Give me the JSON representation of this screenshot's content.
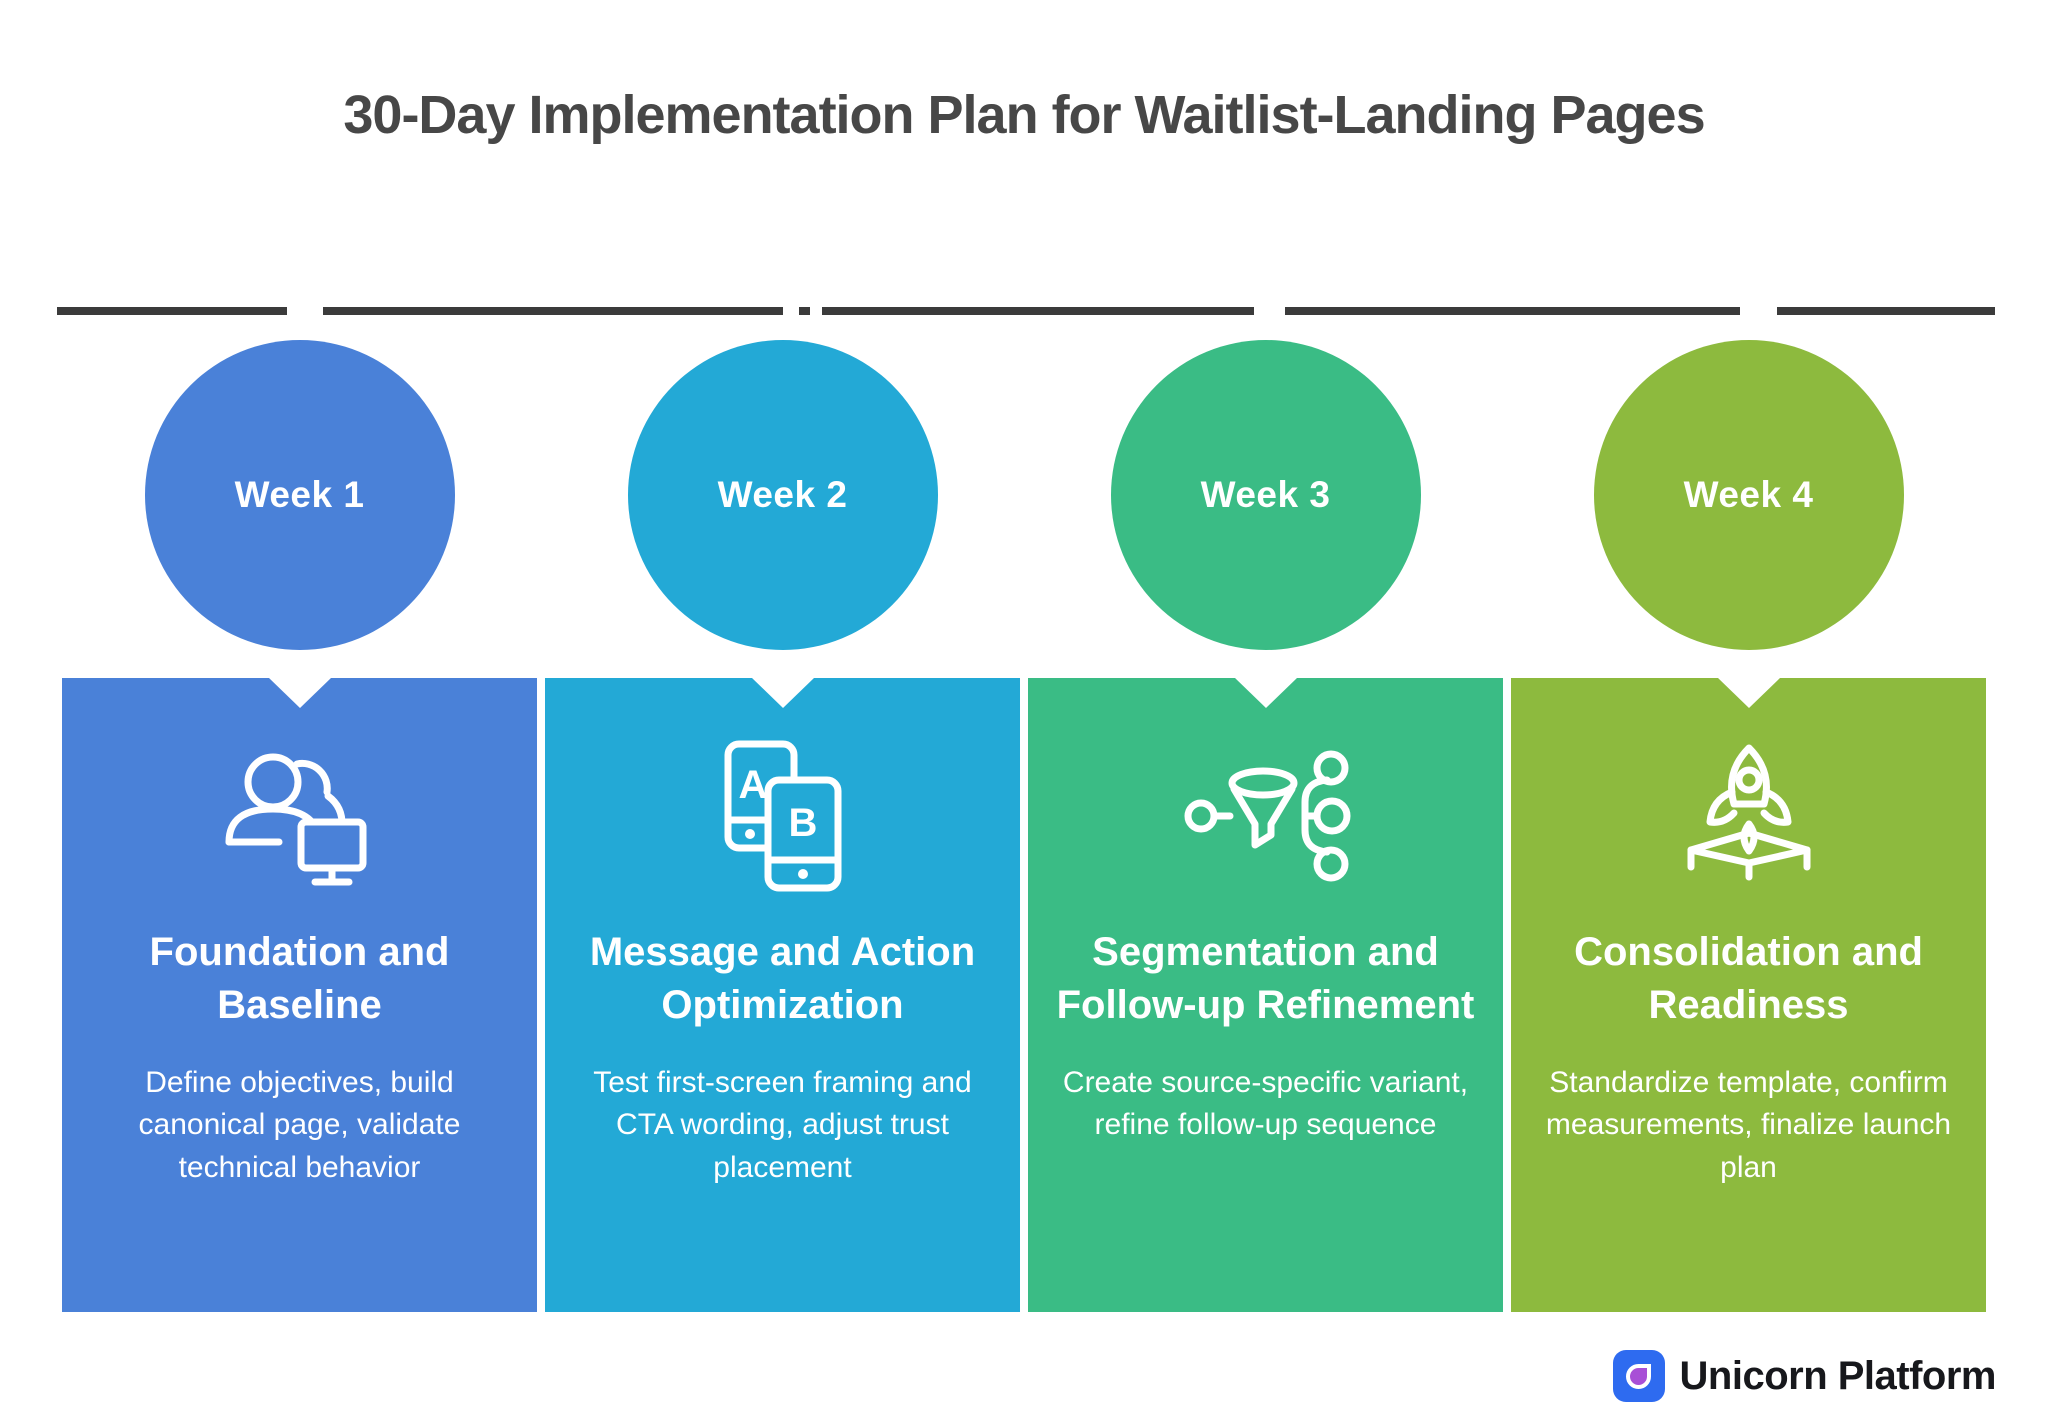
{
  "title": "30-Day Implementation Plan for Waitlist-Landing Pages",
  "colors": {
    "title": "#474747",
    "timeline": "#3b3b3b",
    "card_text": "#ffffff"
  },
  "weeks": [
    {
      "label": "Week 1",
      "title": "Foundation and Baseline",
      "description": "Define objectives, build canonical page, validate technical behavior",
      "color": "#4a81d8",
      "icon": "users-monitor-icon"
    },
    {
      "label": "Week 2",
      "title": "Message and Action Optimization",
      "description": "Test first-screen framing and CTA wording, adjust trust placement",
      "color": "#23a9d6",
      "icon": "ab-test-phones-icon"
    },
    {
      "label": "Week 3",
      "title": "Segmentation and Follow-up Refinement",
      "description": "Create source-specific variant, refine follow-up sequence",
      "color": "#3abc85",
      "icon": "funnel-branch-icon"
    },
    {
      "label": "Week 4",
      "title": "Consolidation and Readiness",
      "description": "Standardize template, confirm measurements, finalize launch plan",
      "color": "#8dba3e",
      "icon": "rocket-launch-icon"
    }
  ],
  "ab_icon_letters": {
    "a": "A",
    "b": "B"
  },
  "brand": {
    "name": "Unicorn Platform",
    "icon_color": "#2e6bf0",
    "drop_color": "#a84fd6"
  }
}
